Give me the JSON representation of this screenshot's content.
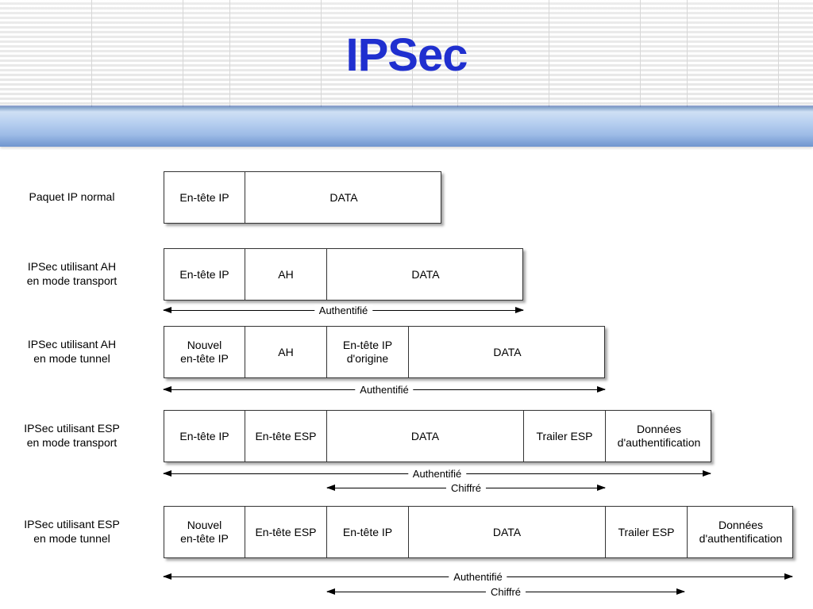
{
  "title": "IPSec",
  "rows": [
    {
      "label": [
        "Paquet IP normal"
      ],
      "cells": [
        "En-tête IP",
        "DATA"
      ],
      "arrows": []
    },
    {
      "label": [
        "IPSec utilisant AH",
        "en mode transport"
      ],
      "cells": [
        "En-tête IP",
        "AH",
        "DATA"
      ],
      "arrows": [
        "Authentifié"
      ]
    },
    {
      "label": [
        "IPSec utilisant AH",
        "en mode tunnel"
      ],
      "cells": [
        [
          "Nouvel",
          "en-tête IP"
        ],
        "AH",
        [
          "En-tête IP",
          "d'origine"
        ],
        "DATA"
      ],
      "arrows": [
        "Authentifié"
      ]
    },
    {
      "label": [
        "IPSec utilisant ESP",
        "en mode transport"
      ],
      "cells": [
        "En-tête IP",
        "En-tête ESP",
        "DATA",
        "Trailer ESP",
        [
          "Données",
          "d'authentification"
        ]
      ],
      "arrows": [
        "Authentifié",
        "Chiffré"
      ]
    },
    {
      "label": [
        "IPSec utilisant ESP",
        "en mode tunnel"
      ],
      "cells": [
        [
          "Nouvel",
          "en-tête IP"
        ],
        "En-tête ESP",
        "En-tête IP",
        "DATA",
        "Trailer ESP",
        [
          "Données",
          "d'authentification"
        ]
      ],
      "arrows": [
        "Authentifié",
        "Chiffré"
      ]
    }
  ]
}
